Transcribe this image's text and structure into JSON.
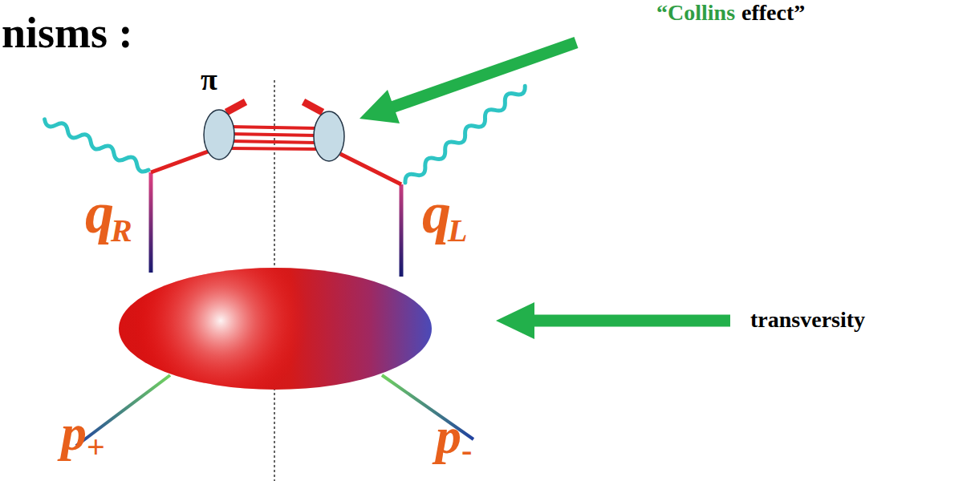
{
  "diagram": {
    "labels": [
      "nisms :",
      "“Collins",
      "effect”",
      "π",
      "q",
      "R",
      "q",
      "L",
      "transversity",
      "p",
      "+",
      "p",
      "-"
    ]
  }
}
